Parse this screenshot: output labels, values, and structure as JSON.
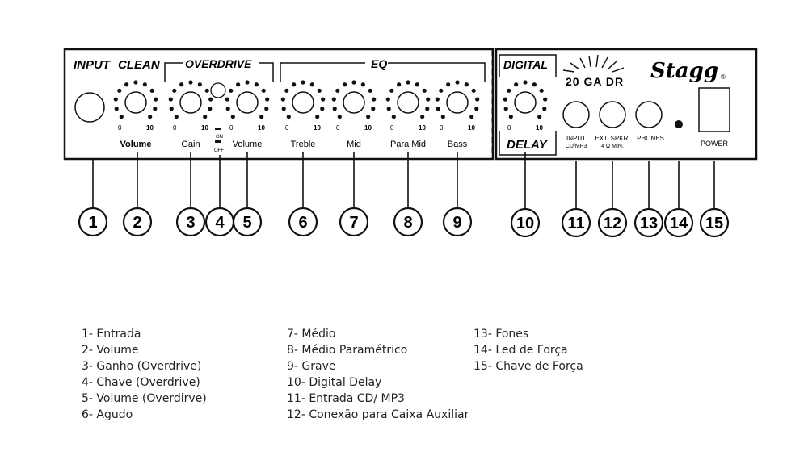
{
  "panel": {
    "headings": {
      "input": "INPUT",
      "clean": "CLEAN",
      "overdrive": "OVERDRIVE",
      "eq": "EQ",
      "digital": "DIGITAL",
      "delay": "DELAY"
    },
    "model": "20 GA DR",
    "brand": "Stagg",
    "registered": "®",
    "scale_min": "0",
    "scale_max": "10",
    "switch_on": "ON",
    "switch_off": "OFF",
    "knob_labels": {
      "volume": "Volume",
      "gain": "Gain",
      "od_volume": "Volume",
      "treble": "Treble",
      "mid": "Mid",
      "para_mid": "Para Mid",
      "bass": "Bass"
    },
    "jack_labels": {
      "input_line1": "INPUT",
      "input_line2": "CD/MP3",
      "ext_line1": "EXT. SPKR.",
      "ext_line2": "4 Ω MIN.",
      "phones": "PHONES",
      "power": "POWER"
    }
  },
  "callouts": [
    "1",
    "2",
    "3",
    "4",
    "5",
    "6",
    "7",
    "8",
    "9",
    "10",
    "11",
    "12",
    "13",
    "14",
    "15"
  ],
  "legend": {
    "col1": [
      "1- Entrada",
      "2- Volume",
      "3- Ganho (Overdrive)",
      "4- Chave (Overdrive)",
      "5- Volume (Overdirve)",
      "6- Agudo"
    ],
    "col2": [
      "7- Médio",
      "8- Médio Paramétrico",
      "9- Grave",
      "10- Digital Delay",
      "11- Entrada CD/ MP3",
      "12- Conexão para Caixa Auxiliar"
    ],
    "col3": [
      "13- Fones",
      "14- Led de Força",
      "15- Chave de Força"
    ]
  }
}
